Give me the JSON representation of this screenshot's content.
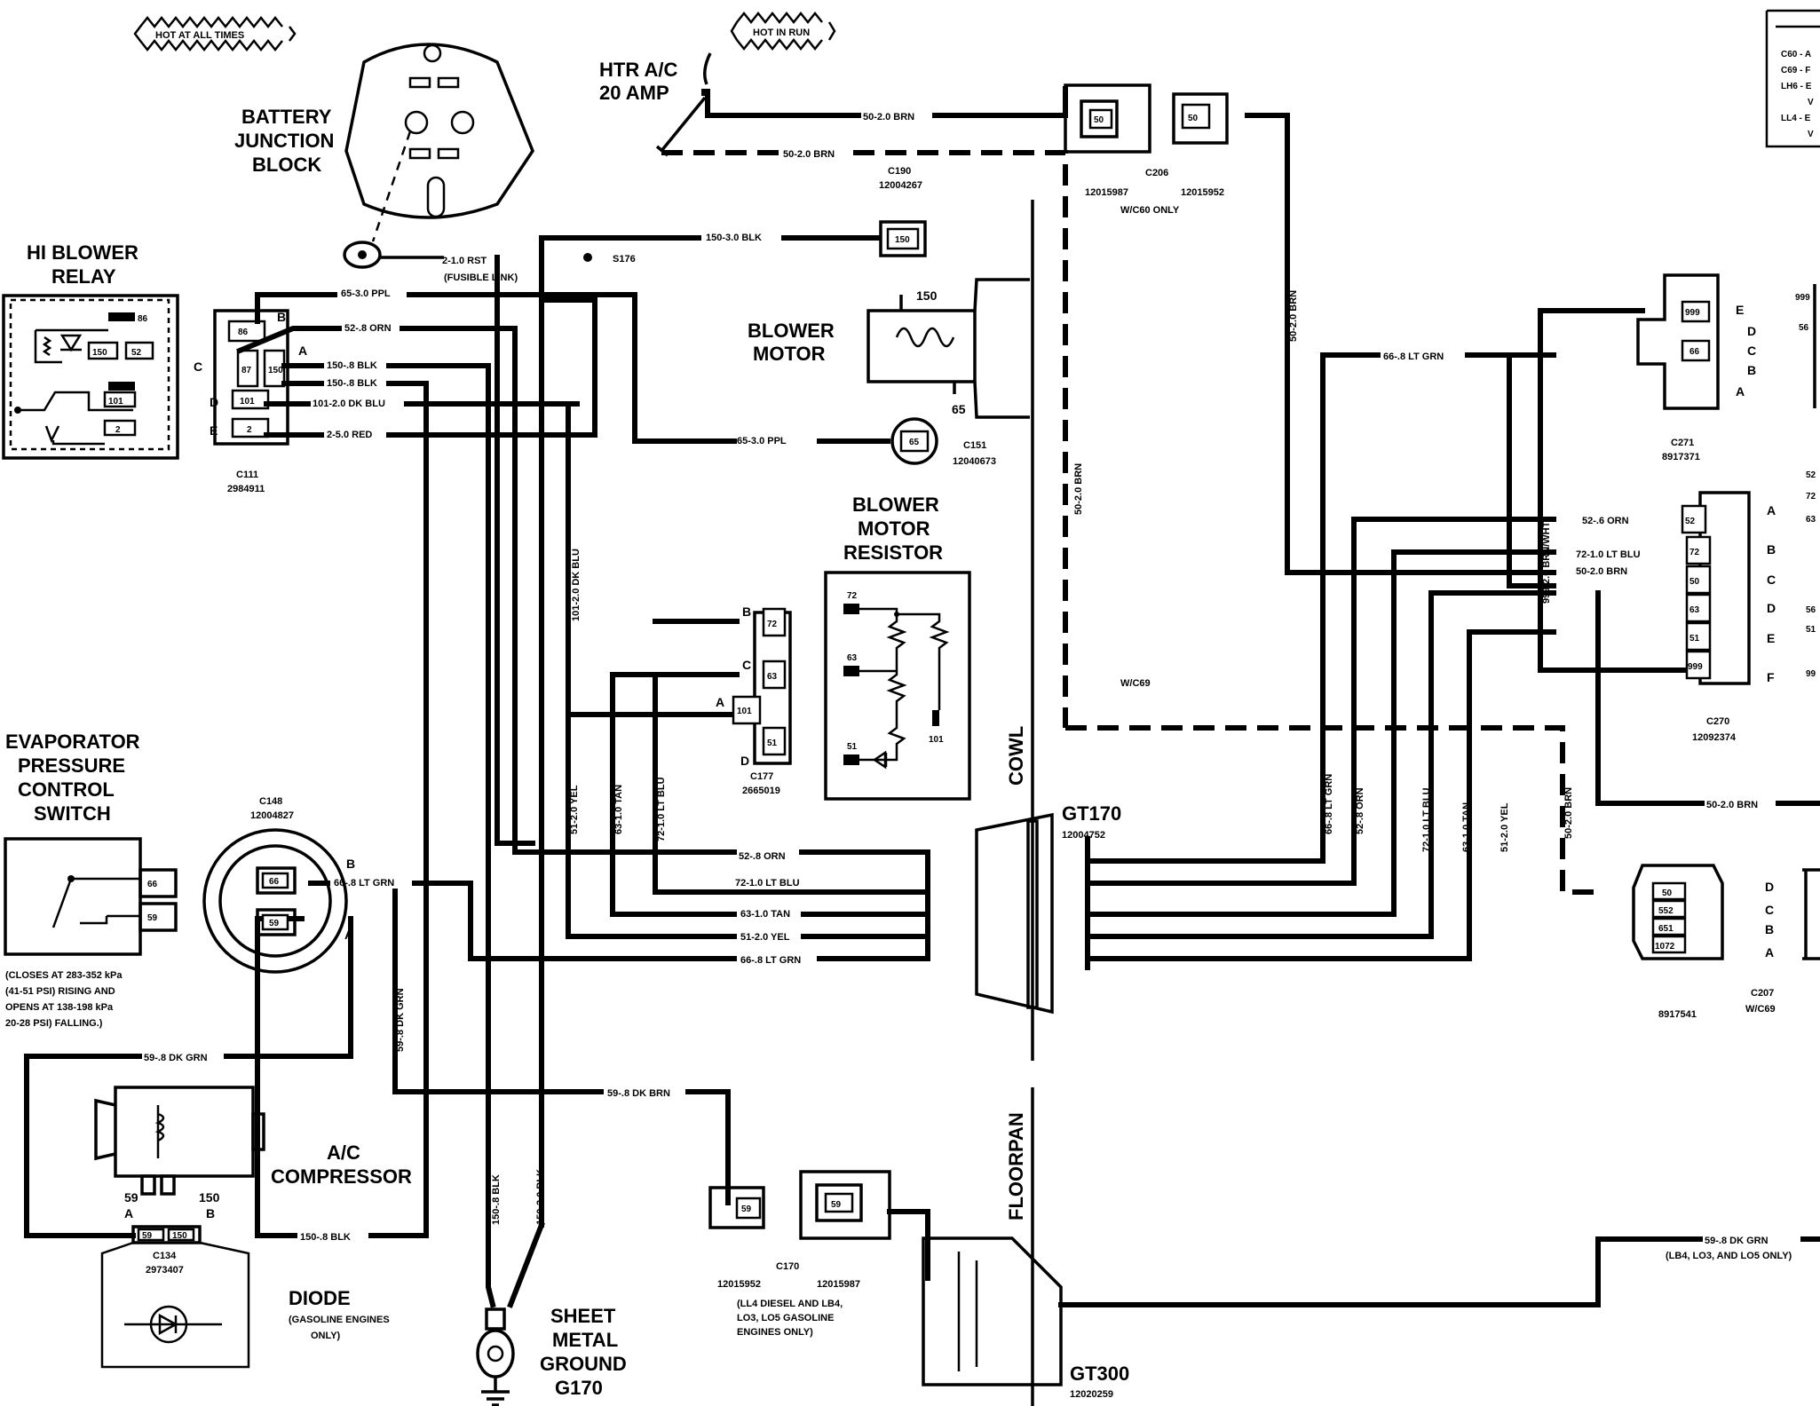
{
  "notes": {
    "hot_at_all_times": "HOT AT ALL TIMES",
    "hot_in_run": "HOT IN RUN"
  },
  "legend_lines": [
    "C60 - A",
    "C69 - F",
    "LH6 - E",
    "V",
    "LL4 - E",
    "V"
  ],
  "fuse": {
    "name_line1": "HTR A/C",
    "name_line2": "20 AMP"
  },
  "components": {
    "battery_junction_block": [
      "BATTERY",
      "JUNCTION",
      "BLOCK"
    ],
    "hi_blower_relay": [
      "HI BLOWER",
      "RELAY"
    ],
    "blower_motor": [
      "BLOWER",
      "MOTOR"
    ],
    "blower_motor_resistor": [
      "BLOWER",
      "MOTOR",
      "RESISTOR"
    ],
    "evaporator_switch": [
      "EVAPORATOR",
      "PRESSURE",
      "CONTROL",
      "SWITCH"
    ],
    "evaporator_switch_note": [
      "(CLOSES AT 283-352 kPa",
      "(41-51 PSI) RISING AND",
      "OPENS AT 138-198 kPa",
      "20-28 PSI) FALLING.)"
    ],
    "ac_compressor": [
      "A/C",
      "COMPRESSOR"
    ],
    "diode": "DIODE",
    "diode_note": [
      "(GASOLINE ENGINES",
      "ONLY)"
    ],
    "ground": [
      "SHEET",
      "METAL",
      "GROUND",
      "G170"
    ],
    "cowl": "COWL",
    "floorpan": "FLOORPAN"
  },
  "connectors": {
    "c111": [
      "C111",
      "2984911"
    ],
    "c190": [
      "C190",
      "12004267"
    ],
    "c206": [
      "C206",
      "12015987",
      "12015952",
      "W/C60 ONLY"
    ],
    "c151": [
      "C151",
      "12040673"
    ],
    "c177": [
      "C177",
      "2665019"
    ],
    "c148": [
      "C148",
      "12004827"
    ],
    "c134": [
      "C134",
      "2973407"
    ],
    "c170": [
      "C170",
      "12015952",
      "12015987",
      "(LL4 DIESEL AND LB4,",
      "LO3, LO5 GASOLINE",
      "ENGINES ONLY)"
    ],
    "c271": [
      "C271",
      "8917371"
    ],
    "c270": [
      "C270",
      "12092374"
    ],
    "c207": [
      "C207",
      "W/C69",
      "8917541"
    ],
    "gt170": [
      "GT170",
      "12004752"
    ],
    "gt300": [
      "GT300",
      "12020259"
    ],
    "s176": "S176"
  },
  "pins": {
    "relay": [
      "86",
      "150",
      "52",
      "101",
      "2"
    ],
    "c111": [
      "86",
      "87",
      "150",
      "101",
      "2"
    ],
    "c111_letters": [
      "B",
      "C",
      "A",
      "D",
      "E"
    ],
    "c177": [
      "72",
      "63",
      "101",
      "51"
    ],
    "c177_letters": [
      "B",
      "C",
      "A",
      "D"
    ],
    "resistor": [
      "72",
      "63",
      "51",
      "101"
    ],
    "c148": [
      "66",
      "59"
    ],
    "c148_letters": [
      "B",
      "A"
    ],
    "evap": [
      "66",
      "59"
    ],
    "compressor": [
      "59",
      "150"
    ],
    "compressor_letters": [
      "A",
      "B"
    ],
    "c134": [
      "59",
      "150"
    ],
    "c190": "150",
    "c151": "65",
    "c206": [
      "50",
      "50"
    ],
    "blower": [
      "150",
      "65"
    ],
    "c170": [
      "59",
      "59"
    ],
    "c271": [
      "999",
      "66"
    ],
    "c271_letters": [
      "E",
      "D",
      "C",
      "B",
      "A"
    ],
    "c270": [
      "52",
      "72",
      "50",
      "63",
      "51",
      "999"
    ],
    "c270_letters": [
      "A",
      "B",
      "C",
      "D",
      "E",
      "F"
    ],
    "c207": [
      "50",
      "552",
      "651",
      "1072"
    ],
    "c207_letters": [
      "D",
      "C",
      "B",
      "A"
    ],
    "right_edge": [
      "999",
      "56",
      "52",
      "72",
      "63",
      "56",
      "51",
      "99"
    ]
  },
  "wires": {
    "w_htr_brn": "50-2.0 BRN",
    "w_htr_brn2": "50-2.0 BRN",
    "w_blk150": "150-3.0 BLK",
    "w_rst": "2-1.0 RST",
    "w_fusible": "(FUSIBLE LINK)",
    "w_ppl_top": "65-3.0 PPL",
    "w_orn_top": "52-.8 ORN",
    "w_blk1": "150-.8 BLK",
    "w_blk2": "150-.8 BLK",
    "w_dkblu_top": "101-2.0 DK BLU",
    "w_red": "2-5.0 RED",
    "w_ppl_c151": "65-3.0 PPL",
    "w_dkblu_v": "101-2.0 DK BLU",
    "w_yel_v": "51-2.0 YEL",
    "w_tan_v": "63-1.0 TAN",
    "w_ltblu_v": "72-1.0 LT BLU",
    "w_orn": "52-.8 ORN",
    "w_ltblu": "72-1.0 LT BLU",
    "w_tan": "63-1.0 TAN",
    "w_yel": "51-2.0 YEL",
    "w_ltgrn": "66-.8 LT GRN",
    "w_ltgrn_c148": "66-.8 LT GRN",
    "w_dkgrn_v": "59-.8 DK GRN",
    "w_dkgrn1": "59-.8 DK GRN",
    "w_dkgrn2": "59-.8 DK BRN",
    "w_blk_comp": "150-.8 BLK",
    "w_blk_v1": "150-.8 BLK",
    "w_blk_v2": "150-3.0 BLK",
    "w_brn_v1": "50-2.0 BRN",
    "w_brn_v2": "50-2.0 BRN",
    "w_wc69": "W/C69",
    "w_ltgrn_c271": "66-.8 LT GRN",
    "w_brnwht_v": "999-2.0 BRN/WHT",
    "w_orn_c270": "52-.6 ORN",
    "w_ltblu_c270": "72-1.0 LT BLU",
    "w_brn_c270": "50-2.0 BRN",
    "w_ltgrn_v_r": "66-.8 LT GRN",
    "w_orn_v_r": "52-.8 ORN",
    "w_ltblu_v_r": "72-1.0 LT BLU",
    "w_tan_v_r": "63-1.0 TAN",
    "w_yel_v_r": "51-2.0 YEL",
    "w_brn_v_r": "50-2.0 BRN",
    "w_brn_c207": "50-2.0 BRN",
    "w_dkgrn_bottom": "59-.8 DK GRN",
    "w_dkgrn_bottom_note": "(LB4, LO3, AND LO5 ONLY)"
  }
}
